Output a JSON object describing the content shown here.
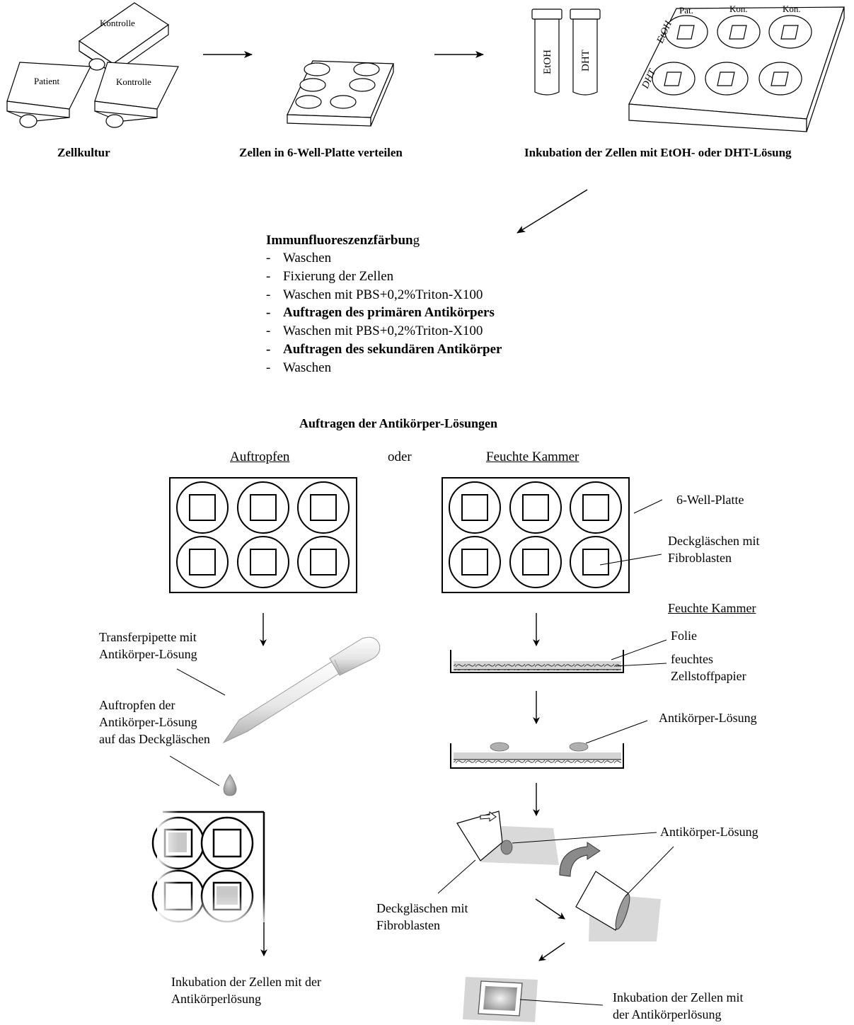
{
  "top_row": {
    "flasks": [
      "Kontrolle",
      "Patient",
      "Kontrolle"
    ],
    "culture_caption": "Zellkultur",
    "plate_caption": "Zellen in 6-Well-Platte verteilen",
    "tubes": [
      "EtOH",
      "DHT"
    ],
    "plate_columns": [
      "Pat.",
      "Kon.",
      "Kon."
    ],
    "plate_rows": [
      "EtOH",
      "DHT"
    ],
    "incubation_caption": "Inkubation der Zellen mit EtOH- oder DHT-Lösung"
  },
  "staining": {
    "title_bold": "Immunfluoreszenzfärbun",
    "title_tail": "g",
    "steps": [
      {
        "text": "Waschen",
        "bold": false
      },
      {
        "text": "Fixierung der Zellen",
        "bold": false
      },
      {
        "text": "Waschen mit PBS+0,2%Triton-X100",
        "bold": false
      },
      {
        "text": "Auftragen des primären Antikörpers",
        "bold": true
      },
      {
        "text": "Waschen mit PBS+0,2%Triton-X100",
        "bold": false
      },
      {
        "text": "Auftragen des sekundären Antikörper",
        "bold": true
      },
      {
        "text": "Waschen",
        "bold": false
      }
    ]
  },
  "application": {
    "title": "Auftragen der Antikörper-Lösungen",
    "left_heading": "Auftropfen",
    "or": "oder",
    "right_heading": "Feuchte Kammer",
    "pipette_label": "Transferpipette mit\nAntikörper-Lösung",
    "drip_label": "Auftropfen der\nAntikörper-Lösung\nauf das Deckgläschen",
    "left_result": "Inkubation der Zellen mit der\nAntikörperlösung",
    "plate_label": "6-Well-Platte",
    "coverslip_label": "Deckgläschen mit\nFibroblasten",
    "chamber_label": "Feuchte Kammer",
    "foil_label": "Folie",
    "paper_label": "feuchtes\nZellstoffpapier",
    "antibody_label_1": "Antikörper-Lösung",
    "antibody_label_2": "Antikörper-Lösung",
    "coverslip_label_2": "Deckgläschen mit\nFibroblasten",
    "right_result": "Inkubation der Zellen mit\nder Antikörperlösung"
  }
}
